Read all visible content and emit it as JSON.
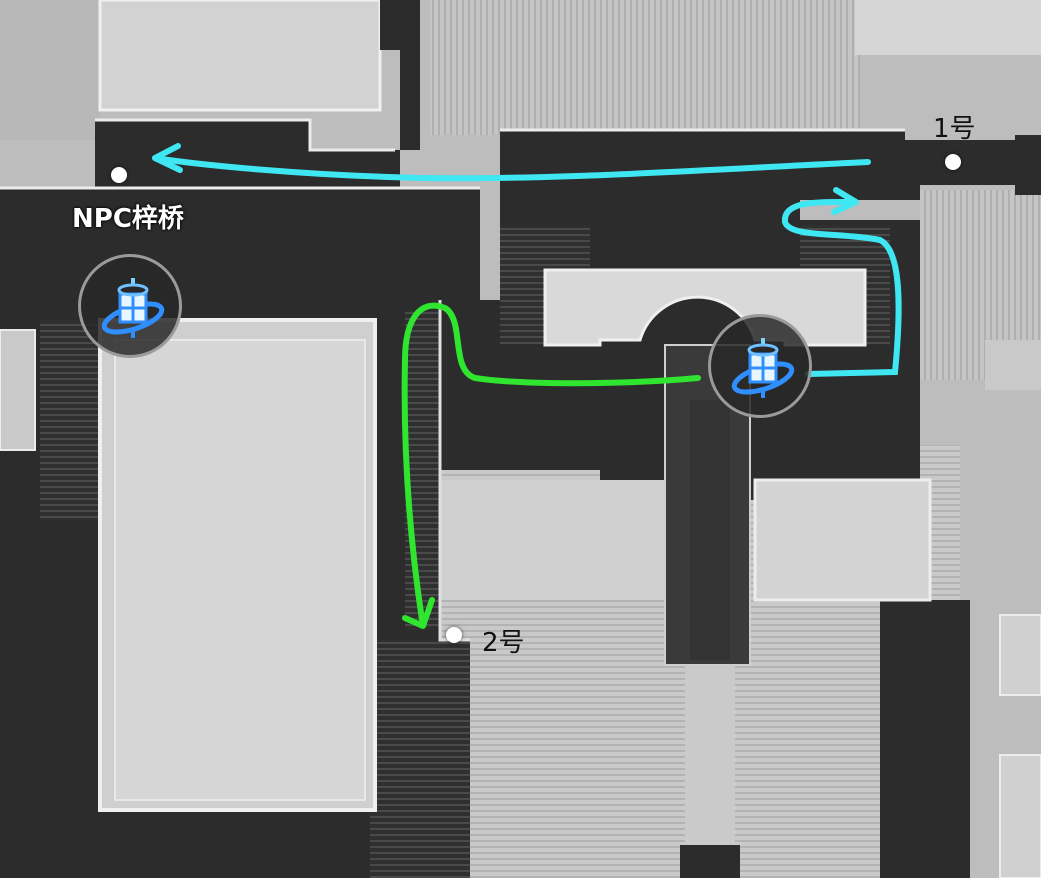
{
  "markers": {
    "npc": {
      "label": "NPC梓桥"
    },
    "point1": {
      "label": "1号"
    },
    "point2": {
      "label": "2号"
    }
  },
  "waypoints": [
    {
      "icon": "teleport-waypoint-icon"
    },
    {
      "icon": "teleport-waypoint-icon"
    }
  ],
  "routes": [
    {
      "color": "#3fe7f2",
      "name": "cyan-route"
    },
    {
      "color": "#2fe52f",
      "name": "green-route"
    }
  ]
}
